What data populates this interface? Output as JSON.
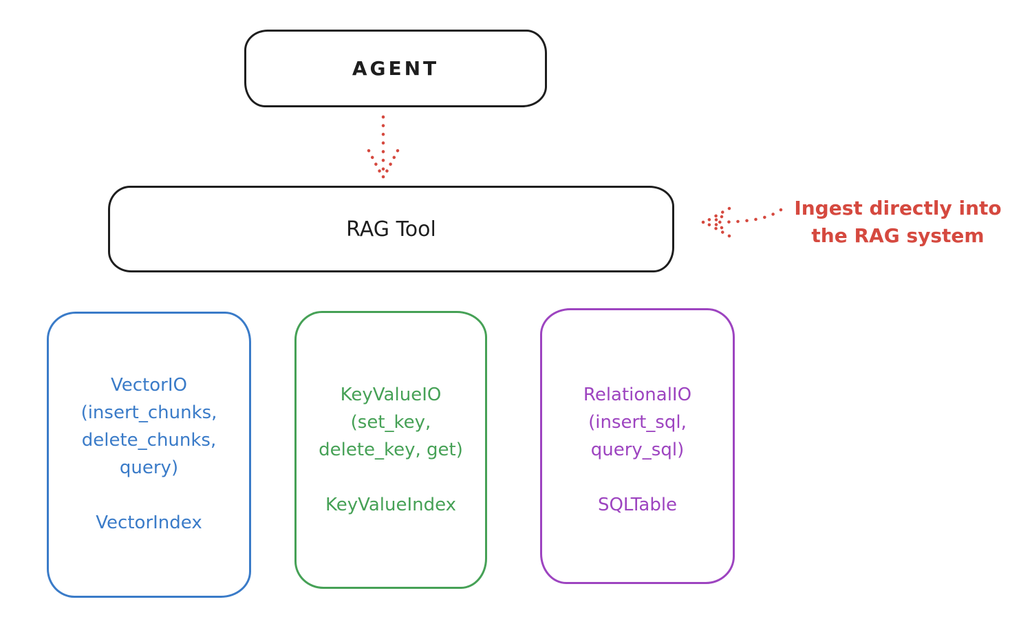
{
  "diagram": {
    "agent": {
      "label": "AGENT"
    },
    "rag_tool": {
      "label": "RAG Tool"
    },
    "annotation": {
      "text": "Ingest directly into\nthe RAG system",
      "color": "#d5493f"
    },
    "arrows": [
      {
        "name": "agent-to-rag-tool-arrow",
        "style": "dotted",
        "color": "#d5493f",
        "direction": "down",
        "from": "AGENT",
        "to": "RAG Tool"
      },
      {
        "name": "annotation-to-rag-tool-arrow",
        "style": "dotted",
        "color": "#d5493f",
        "direction": "left",
        "from": "Ingest directly into the RAG system",
        "to": "RAG Tool"
      }
    ],
    "backends": [
      {
        "name": "vector-io",
        "color": "#3a7bc8",
        "io_text": "VectorIO\n(insert_chunks,\ndelete_chunks,\nquery)",
        "index_label": "VectorIndex"
      },
      {
        "name": "key-value-io",
        "color": "#46a156",
        "io_text": "KeyValueIO\n(set_key,\ndelete_key, get)",
        "index_label": "KeyValueIndex"
      },
      {
        "name": "relational-io",
        "color": "#9d44c0",
        "io_text": "RelationalIO\n(insert_sql,\nquery_sql)",
        "index_label": "SQLTable"
      }
    ],
    "colors": {
      "stroke": "#1e1e1e",
      "background": "#ffffff",
      "red": "#d5493f",
      "blue": "#3a7bc8",
      "green": "#46a156",
      "purple": "#9d44c0"
    }
  }
}
